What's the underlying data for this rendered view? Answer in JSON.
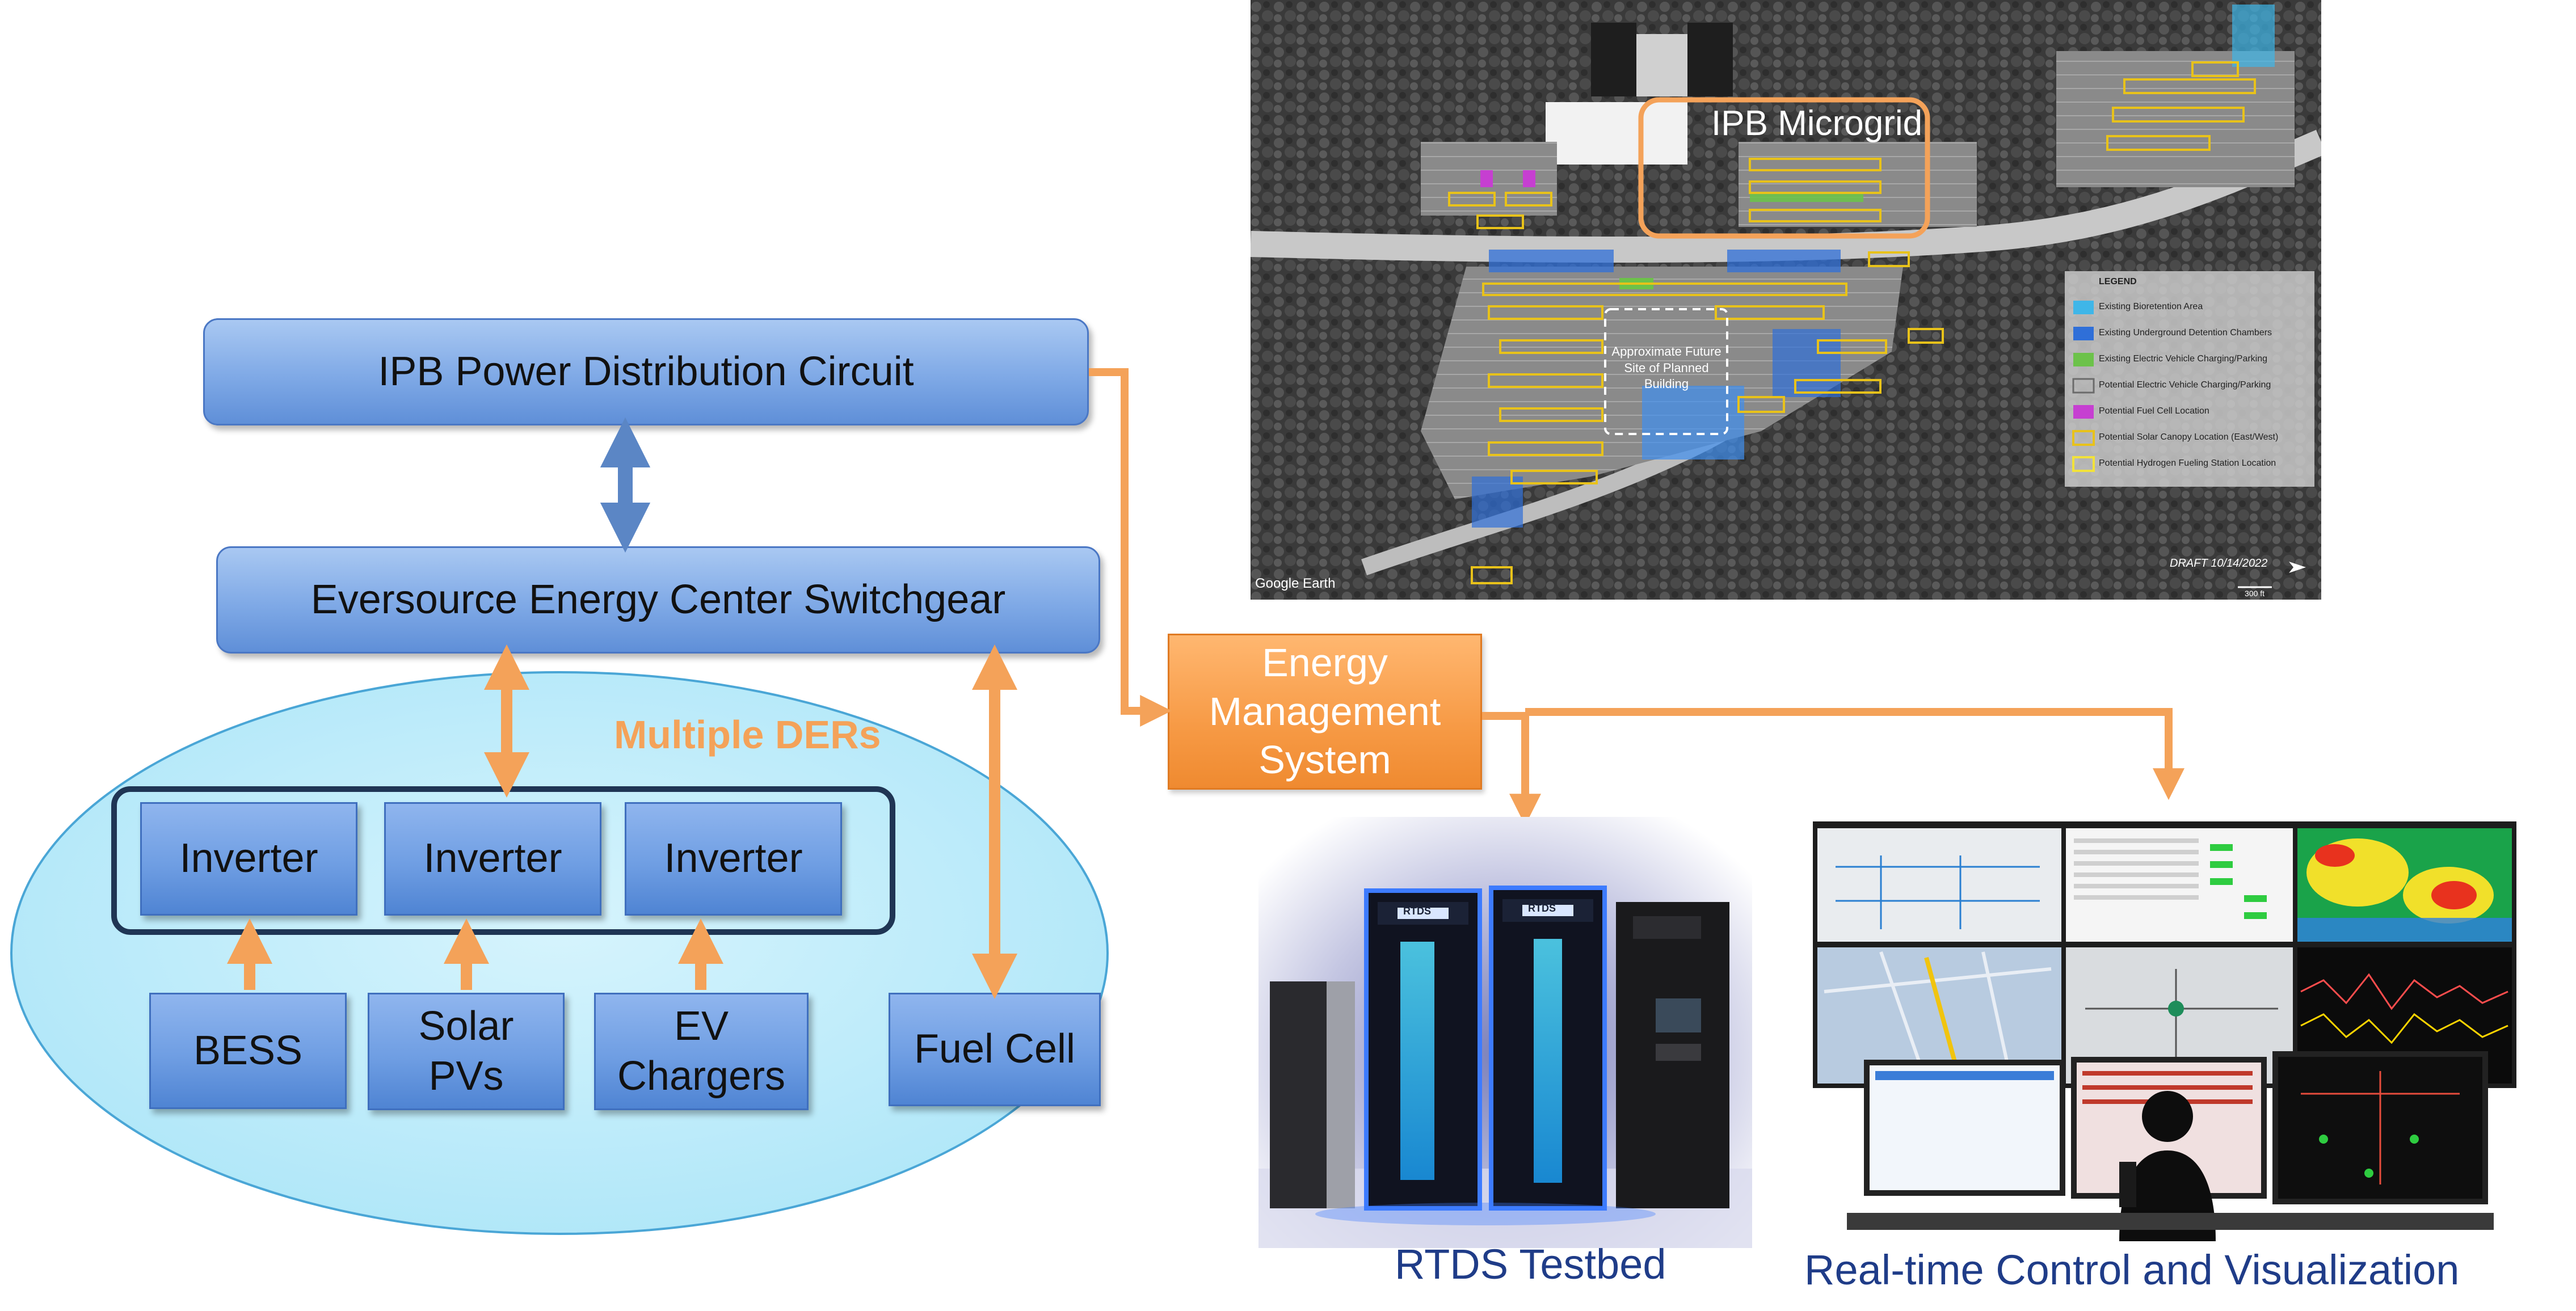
{
  "circuit": {
    "label": "IPB Power Distribution Circuit"
  },
  "switchgear": {
    "label": "Eversource Energy Center Switchgear"
  },
  "ders": {
    "label": "Multiple DERs"
  },
  "inverters": [
    {
      "label": "Inverter"
    },
    {
      "label": "Inverter"
    },
    {
      "label": "Inverter"
    }
  ],
  "sources": [
    {
      "line1": "BESS",
      "line2": ""
    },
    {
      "line1": "Solar",
      "line2": "PVs"
    },
    {
      "line1": "EV",
      "line2": "Chargers"
    }
  ],
  "fuel_cell": {
    "label": "Fuel Cell"
  },
  "ems": {
    "line1": "Energy",
    "line2": "Management",
    "line3": "System"
  },
  "map": {
    "title": "IPB Microgrid",
    "site_label_1": "Approximate Future",
    "site_label_2": "Site of Planned",
    "site_label_3": "Building",
    "legend_title": "LEGEND",
    "legend": [
      {
        "label": "Existing Bioretention Area",
        "color": "#3fb6e8"
      },
      {
        "label": "Existing Underground Detention Chambers",
        "color": "#2f6fd8"
      },
      {
        "label": "Existing Electric Vehicle Charging/Parking",
        "color": "#6cc24a"
      },
      {
        "label": "Potential Electric Vehicle Charging/Parking",
        "color": "#9aa0a6"
      },
      {
        "label": "Potential Fuel Cell Location",
        "color": "#c63fd1"
      },
      {
        "label": "Potential Solar Canopy Location (East/West)",
        "color": "#e8c21a"
      },
      {
        "label": "Potential Hydrogen Fueling Station Location",
        "color": "#f2e23a"
      }
    ],
    "credit": "Google Earth",
    "draft": "DRAFT 10/14/2022",
    "scale": "300 ft"
  },
  "rtds": {
    "caption": "RTDS Testbed",
    "cabinet_label": "RTDS"
  },
  "control": {
    "caption": "Real-time Control and Visualization"
  },
  "colors": {
    "orange": "#f4a259",
    "blue_arrow": "#5b86c5",
    "dark_outline": "#1f3554"
  }
}
